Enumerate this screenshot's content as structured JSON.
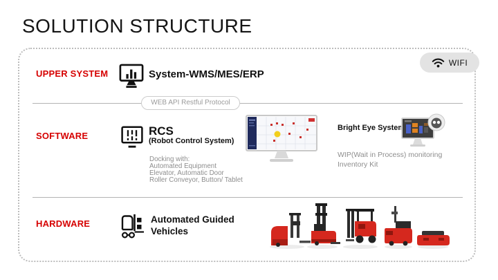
{
  "slide": {
    "title": "SOLUTION STRUCTURE"
  },
  "wifi_badge": {
    "label": "WIFI"
  },
  "connector_pill": {
    "label": "WEB API Restful Protocol"
  },
  "upper_system": {
    "label": "UPPER SYSTEM",
    "system_title": "System-WMS/MES/ERP"
  },
  "software": {
    "label": "SOFTWARE",
    "rcs_title": "RCS",
    "rcs_subtitle": "(Robot Control System)",
    "docking_lines": [
      "Docking with:",
      "Automated Equipment",
      "Elevator, Automatic Door",
      "Roller Conveyor, Button/ Tablet"
    ],
    "bright_eye": {
      "title": "Bright Eye System",
      "lines": [
        "WIP(Wait in Process) monitoring",
        "Inventory Kit"
      ]
    }
  },
  "hardware": {
    "label": "HARDWARE",
    "title_line1": "Automated Guided",
    "title_line2": "Vehicles"
  },
  "icons": {
    "upper_system_icon": "monitor-bar-chart",
    "software_icon": "monitor-sliders",
    "hardware_icon": "forklift",
    "wifi_icon": "wifi",
    "bright_eye_icon": "dome-camera-monitor"
  },
  "colors": {
    "accent_red": "#D60000",
    "text_gray": "#8E8E8E",
    "divider_gray": "#B3B3B3",
    "dotted_border": "#BCBCBC",
    "wifi_badge_bg": "#E3E3E3",
    "vehicle_red": "#D5281E",
    "dashboard_sidebar_navy": "#1F2A5C",
    "dashboard_highlight_yellow": "#F2CF1D"
  }
}
